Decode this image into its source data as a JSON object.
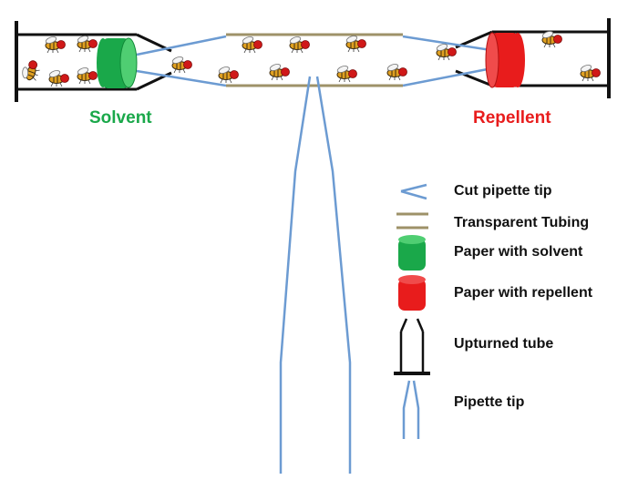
{
  "labels": {
    "left_chamber": "Solvent",
    "right_chamber": "Repellent"
  },
  "legend": {
    "cut_pipette_tip": "Cut pipette tip",
    "transparent_tubing": "Transparent Tubing",
    "paper_solvent": "Paper with solvent",
    "paper_repellent": "Paper with repellent",
    "upturned_tube": "Upturned tube",
    "pipette_tip": "Pipette tip"
  },
  "colors": {
    "solvent": "#1aa84a",
    "repellent": "#e81c1c",
    "pipette": "#6c9bd2",
    "tubing": "#9e9268",
    "tube_outline": "#111111",
    "fly_body": "#e0a020",
    "fly_eye": "#d01818"
  }
}
